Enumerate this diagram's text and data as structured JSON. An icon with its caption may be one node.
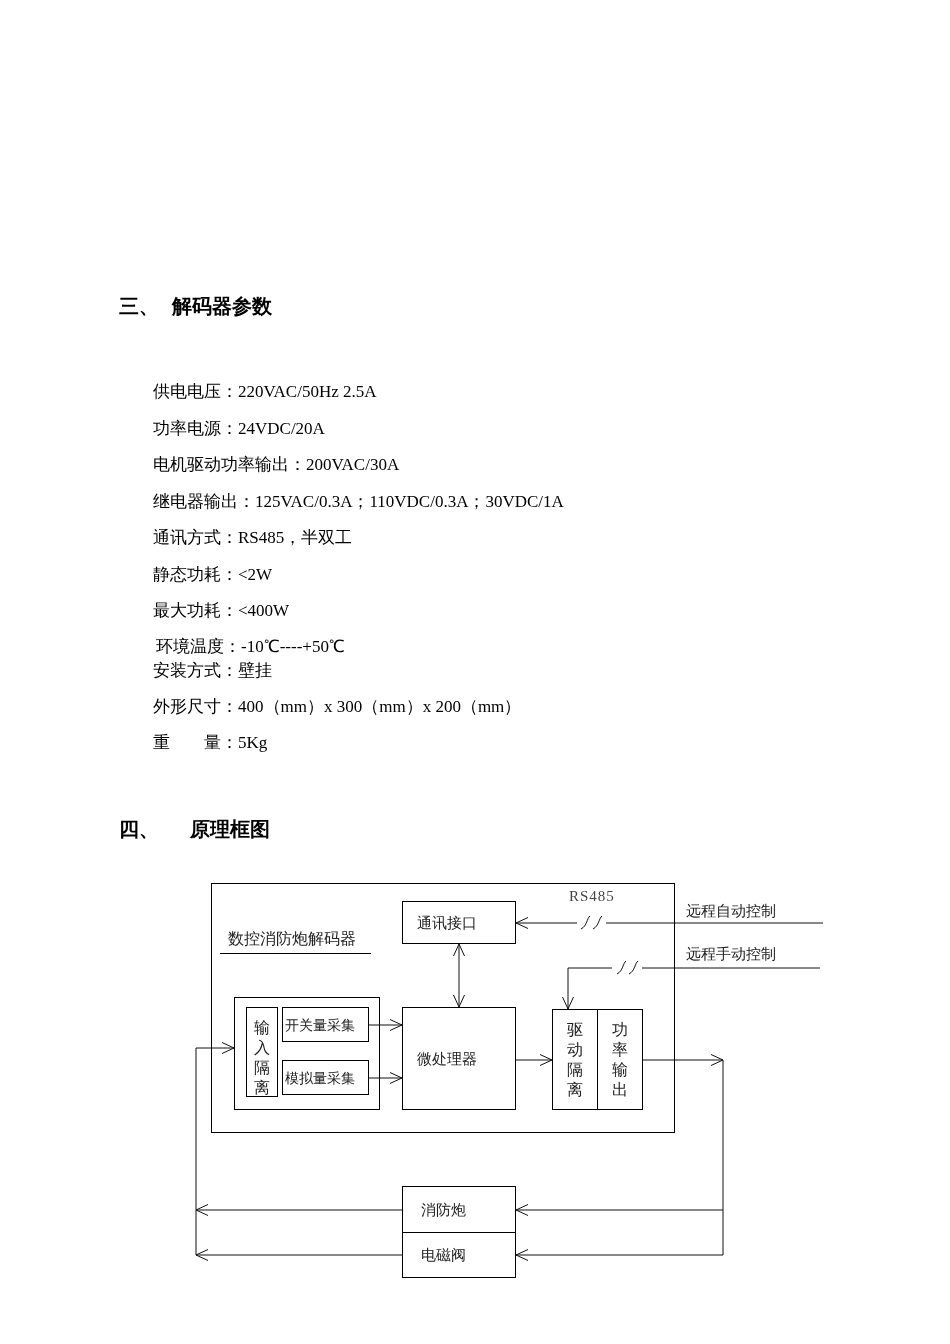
{
  "diagram": {
    "nodes": [
      {
        "text": [
          "数控消防炮解码器"
        ]
      },
      {
        "text": [
          "通讯接口"
        ],
        "in": 0
      },
      {
        "text": [],
        "shape": "box",
        "in": 0
      },
      {
        "text": [
          "输入隔离"
        ],
        "in": 2
      },
      {
        "text": [
          "开关量采集"
        ],
        "in": 2
      },
      {
        "text": [
          "模拟量采集"
        ],
        "in": 2
      },
      {
        "text": [
          "微处理器"
        ],
        "in": 0
      },
      {
        "text": [
          "驱动隔离"
        ],
        "in": 0
      },
      {
        "text": [
          "功率输出"
        ],
        "in": 0
      },
      {
        "text": [
          "消防炮"
        ]
      },
      {
        "text": [
          "电磁阀"
        ]
      }
    ],
    "edges": [
      {
        "from": null,
        "to": 1,
        "arrow": "to",
        "label": "远程自动控制"
      },
      {
        "from": null,
        "to": 7,
        "arrow": "to",
        "label": "远程手动控制"
      },
      {
        "from": 1,
        "to": 6,
        "arrow": "both"
      },
      {
        "from": 4,
        "to": 6,
        "arrow": "to"
      },
      {
        "from": 5,
        "to": 6,
        "arrow": "to"
      },
      {
        "from": 6,
        "to": 7,
        "arrow": "to"
      },
      {
        "from": 8,
        "to": 9,
        "arrow": "to"
      },
      {
        "from": 8,
        "to": 10,
        "arrow": "to"
      },
      {
        "from": 9,
        "to": 2,
        "arrow": "to"
      },
      {
        "from": 10,
        "to": 2,
        "arrow": "to"
      }
    ],
    "labels": [
      "三、 解码器参数",
      "供电电压：220VAC/50Hz 2.5A",
      "功率电源：24VDC/20A",
      "电机驱动功率输出：200VAC/30A",
      "继电器输出：125VAC/0.3A；110VDC/0.3A；30VDC/1A",
      "通讯方式：RS485，半双工",
      "静态功耗：<2W",
      "最大功耗：<400W",
      "环境温度：-10℃----+50℃",
      "安装方式：壁挂",
      "外形尺寸：400（mm）x 300（mm）x 200（mm）",
      "重　　量：5Kg",
      "四、 原理框图",
      "RS485"
    ]
  }
}
